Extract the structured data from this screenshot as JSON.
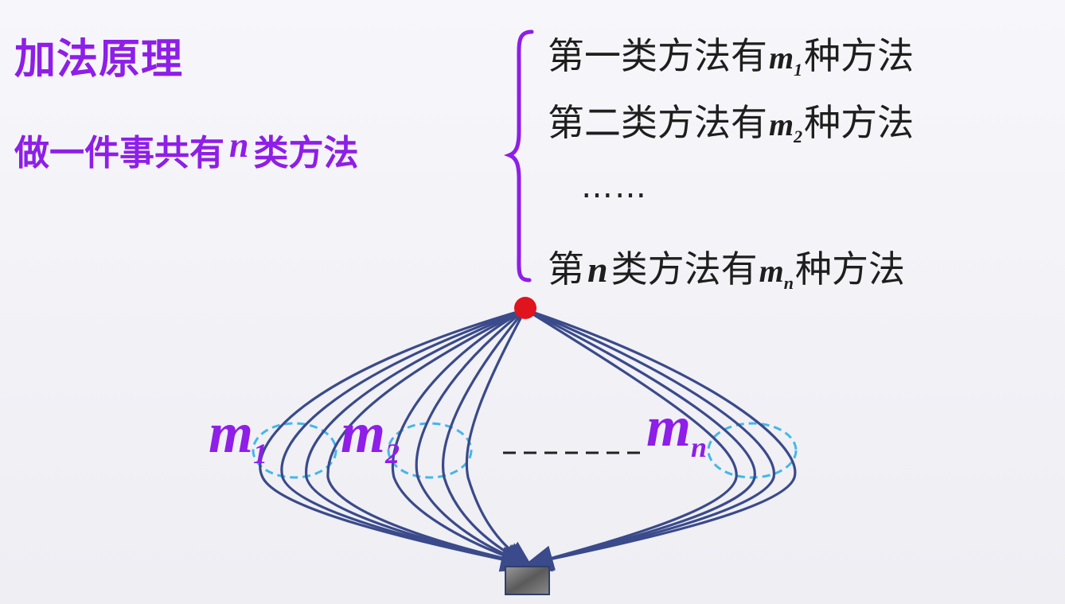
{
  "heading": {
    "title": "加法原理",
    "subtitle_pre": "做一件事共有",
    "subtitle_var": "n",
    "subtitle_post": "类方法"
  },
  "methods": [
    {
      "prefix": "第一类方法有",
      "var": "m",
      "sub": "1",
      "suffix": "种方法"
    },
    {
      "prefix": "第二类方法有",
      "var": "m",
      "sub": "2",
      "suffix": "种方法"
    },
    {
      "ellipsis": "……"
    },
    {
      "prefix_a": "第",
      "n": "n",
      "prefix_b": "类方法有",
      "var": "m",
      "sub": "n",
      "suffix": "种方法"
    }
  ],
  "diagram": {
    "labels": [
      {
        "var": "m",
        "sub": "1"
      },
      {
        "var": "m",
        "sub": "2"
      },
      {
        "var": "m",
        "sub": "n"
      }
    ],
    "colors": {
      "accent": "#8e1ee8",
      "paths": "#3a4a8a",
      "start_node": "#e0141e",
      "groups": "#45b6ea",
      "end_box": "#7a7a7a"
    }
  }
}
